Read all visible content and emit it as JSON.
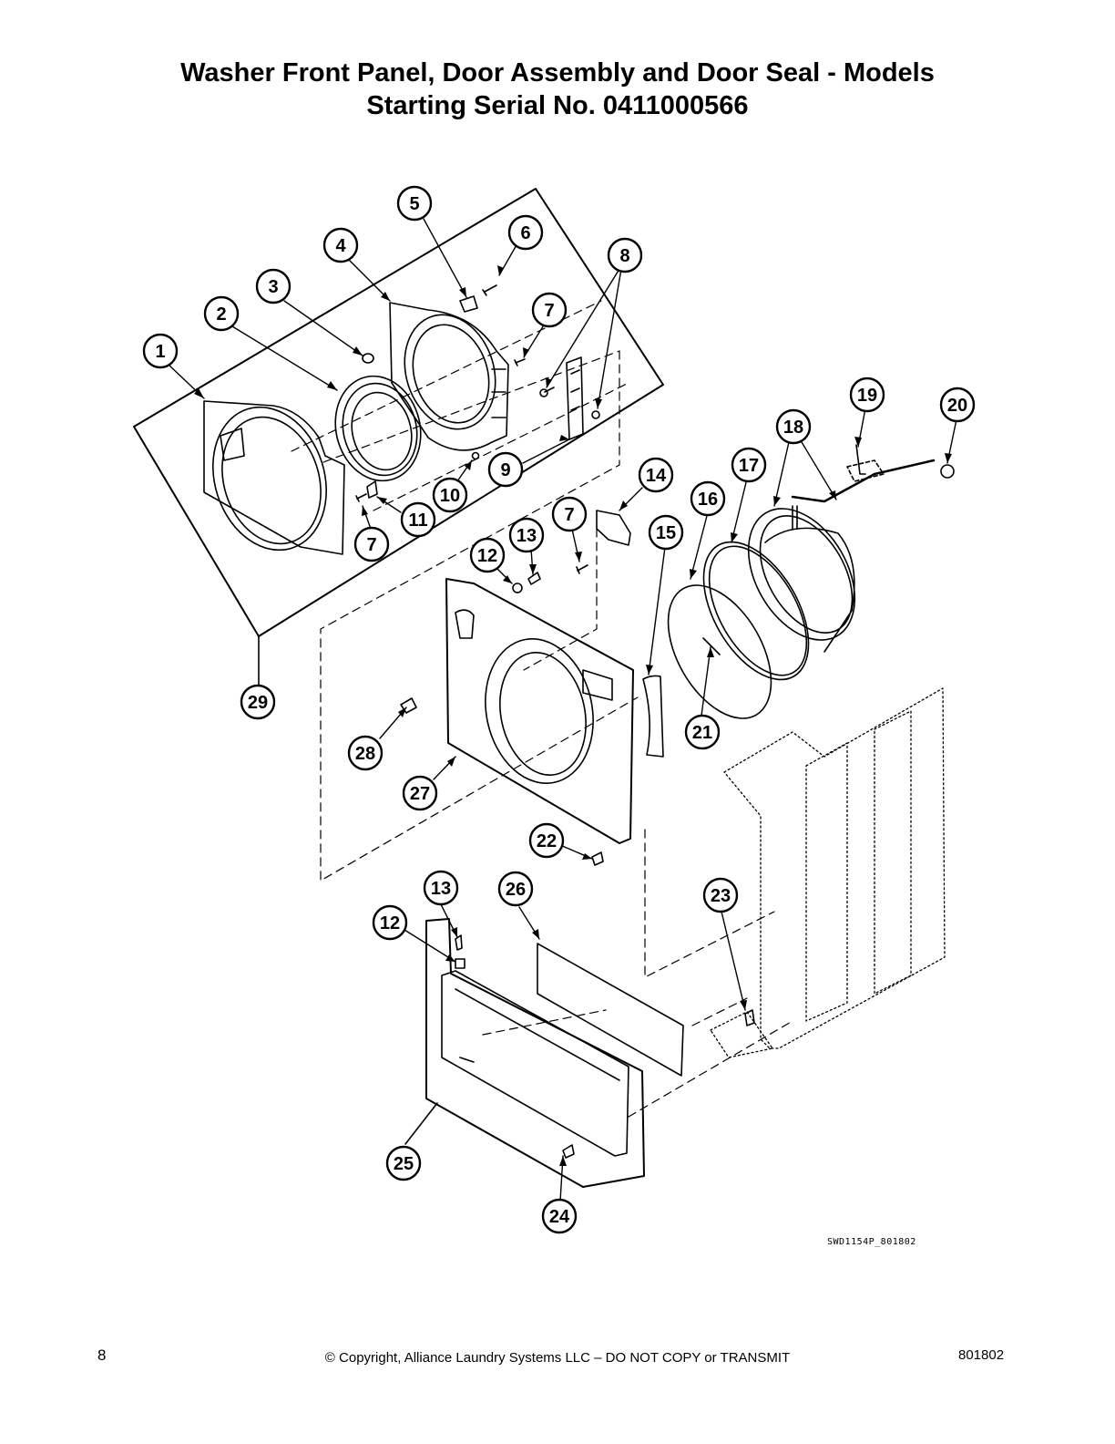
{
  "title": {
    "line1": "Washer Front Panel, Door Assembly and Door Seal - Models",
    "line2": "Starting Serial No. 0411000566"
  },
  "callouts": [
    "1",
    "2",
    "3",
    "4",
    "5",
    "6",
    "7",
    "8",
    "9",
    "10",
    "11",
    "7",
    "12",
    "13",
    "7",
    "14",
    "15",
    "16",
    "17",
    "18",
    "19",
    "20",
    "21",
    "22",
    "23",
    "13",
    "12",
    "26",
    "24",
    "25",
    "27",
    "28",
    "29"
  ],
  "drawing_code": "SWD1154P_801802",
  "footer": {
    "page_number": "8",
    "copyright": "© Copyright, Alliance Laundry Systems LLC – DO NOT COPY or TRANSMIT",
    "doc_number": "801802"
  }
}
